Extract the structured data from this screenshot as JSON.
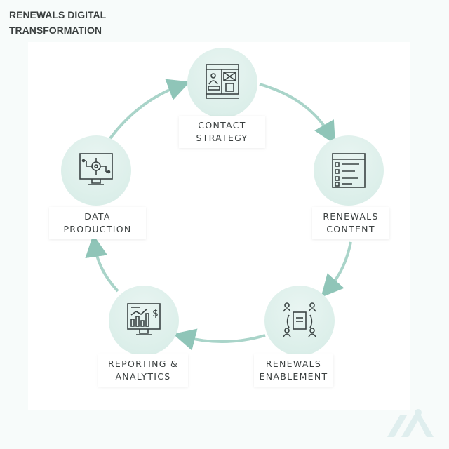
{
  "title": {
    "line1": "RENEWALS DIGITAL",
    "line2": "TRANSFORMATION"
  },
  "colors": {
    "accent": "#8fc5b8",
    "circle": "#dcefea",
    "text": "#3a3f3f",
    "icon": "#3b4444"
  },
  "nodes": [
    {
      "line1": "CONTACT",
      "line2": "STRATEGY",
      "icon": "web-layout-icon"
    },
    {
      "line1": "RENEWALS",
      "line2": "CONTENT",
      "icon": "checklist-document-icon"
    },
    {
      "line1": "RENEWALS",
      "line2": "ENABLEMENT",
      "icon": "team-book-icon"
    },
    {
      "line1": "REPORTING &",
      "line2": "ANALYTICS",
      "icon": "analytics-monitor-icon"
    },
    {
      "line1": "DATA",
      "line2": "PRODUCTION",
      "icon": "data-gear-monitor-icon"
    }
  ],
  "logo": {
    "text": "logo"
  }
}
